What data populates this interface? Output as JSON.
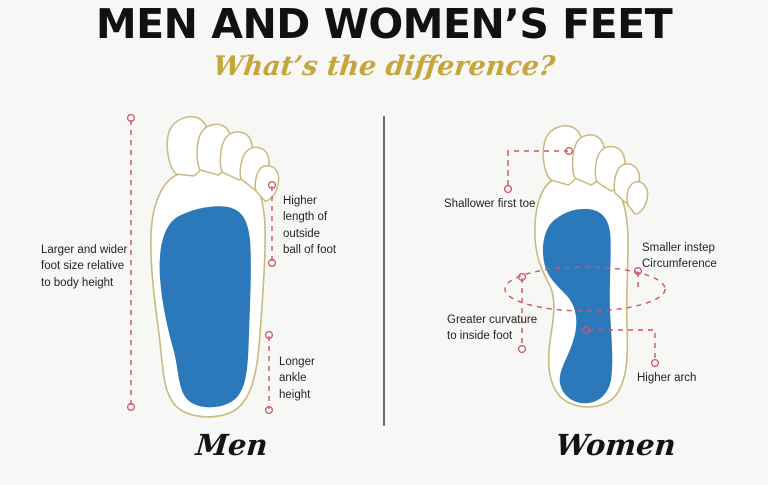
{
  "header": {
    "title": "MEN AND WOMEN’S FEET",
    "subtitle": "What’s the difference?"
  },
  "colors": {
    "background": "#f7f7f5",
    "title": "#111111",
    "subtitle_gold": "#c6a53c",
    "foot_outline": "#c9ba7e",
    "foot_fill_blue": "#2b79bb",
    "annotation_line": "#cc5566",
    "divider": "#6e6e6e",
    "text": "#232323"
  },
  "men": {
    "caption": "Men",
    "annotations": [
      {
        "id": "larger-wider-foot-size",
        "text": "Larger and wider\nfoot size relative\nto body height"
      },
      {
        "id": "higher-length-outside-ball",
        "text": "Higher\nlength of\noutside\nball of foot"
      },
      {
        "id": "longer-ankle-height",
        "text": "Longer\nankle\nheight"
      }
    ]
  },
  "women": {
    "caption": "Women",
    "annotations": [
      {
        "id": "shallower-first-toe",
        "text": "Shallower first toe"
      },
      {
        "id": "smaller-instep-circumference",
        "text": "Smaller instep\nCircumference"
      },
      {
        "id": "greater-curvature-inside-foot",
        "text": "Greater curvature\nto inside foot"
      },
      {
        "id": "higher-arch",
        "text": "Higher arch"
      }
    ]
  }
}
